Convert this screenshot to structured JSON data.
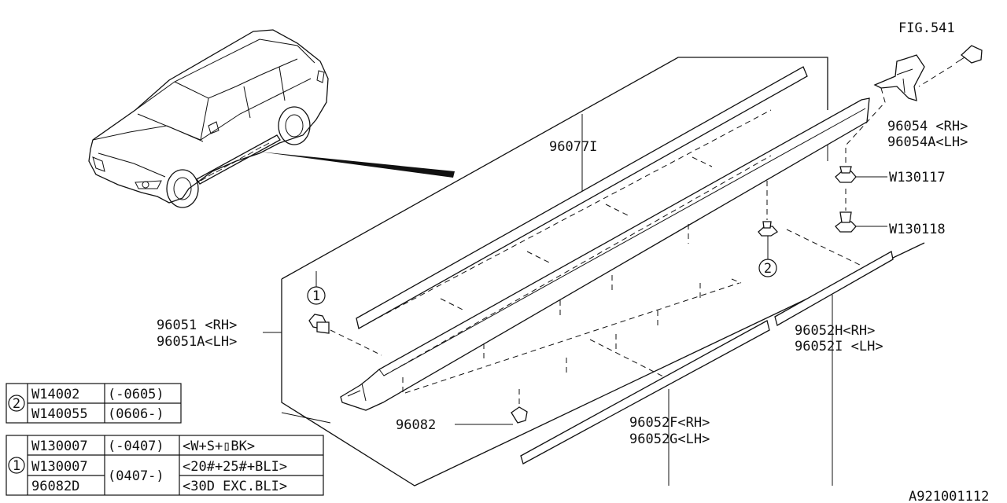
{
  "figure_ref": "FIG.541",
  "drawing_id": "A921001112",
  "callouts": {
    "p96077i": "96077I",
    "p96054_rh": "96054 <RH>",
    "p96054a_lh": "96054A<LH>",
    "w130117": "W130117",
    "w130118": "W130118",
    "p96051_rh": "96051 <RH>",
    "p96051a_lh": "96051A<LH>",
    "p96052h_rh": "96052H<RH>",
    "p96052i_lh": "96052I <LH>",
    "p96082": "96082",
    "p96052f_rh": "96052F<RH>",
    "p96052g_lh": "96052G<LH>"
  },
  "markers": {
    "one": "1",
    "two": "2"
  },
  "table2": {
    "marker": "2",
    "rows": [
      [
        "W14002",
        "(-0605)"
      ],
      [
        "W140055",
        "(0606-)"
      ]
    ]
  },
  "table1": {
    "marker": "1",
    "rows": [
      [
        "W130007",
        "(-0407)",
        "<W+S+▯BK>"
      ],
      [
        "W130007",
        "",
        "<20#+25#+BLI>"
      ],
      [
        "96082D",
        "",
        "<30D EXC.BLI>"
      ]
    ],
    "merged_range": "(0407-)"
  }
}
